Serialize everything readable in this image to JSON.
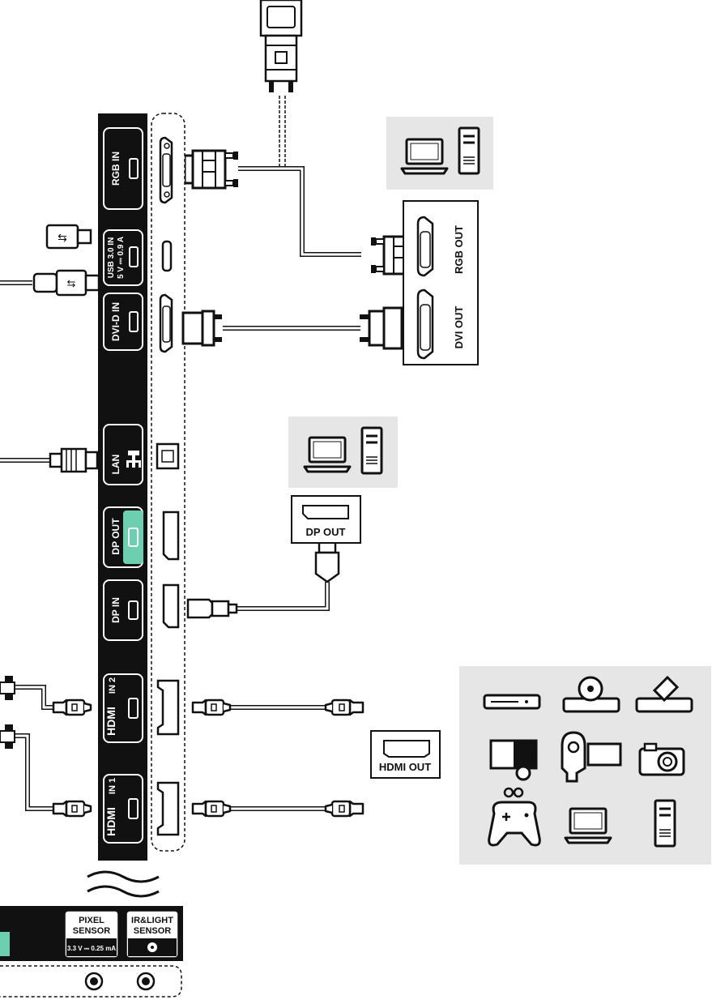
{
  "panel": {
    "rgb_in": "RGB IN",
    "usb_line1": "USB 3.0 IN",
    "usb_line2": "5 V ⎓ 0.9 A",
    "dvi_in": "DVI-D IN",
    "lan": "LAN",
    "dp_out": "DP OUT",
    "dp_in": "DP IN",
    "hdmi2_logo": "HDMI",
    "hdmi2_suffix": "IN 2",
    "hdmi1_logo": "HDMI",
    "hdmi1_suffix": "IN 1"
  },
  "pc_ports": {
    "rgb_out": "RGB OUT",
    "dvi_out": "DVI OUT"
  },
  "dp_out_box": "DP OUT",
  "hdmi_out_box": "HDMI OUT",
  "bottom_panel": {
    "pixel_line1": "PIXEL",
    "pixel_line2": "SENSOR",
    "pixel_spec": "3.3 V ⎓ 0.25 mA",
    "ir_line1": "IR&LIGHT",
    "ir_line2": "SENSOR"
  },
  "colors": {
    "panel": "#111111",
    "dp_out_highlight": "#6ccfb0",
    "device_group_bg": "#e6e6e6"
  },
  "icons": [
    "usb-icon",
    "lan-icon",
    "laptop-icon",
    "desktop-tower-icon",
    "dvd-player-icon",
    "projector-icon",
    "set-top-box-icon",
    "monitor-icon",
    "camcorder-icon",
    "camera-icon",
    "gamepad-icon"
  ]
}
